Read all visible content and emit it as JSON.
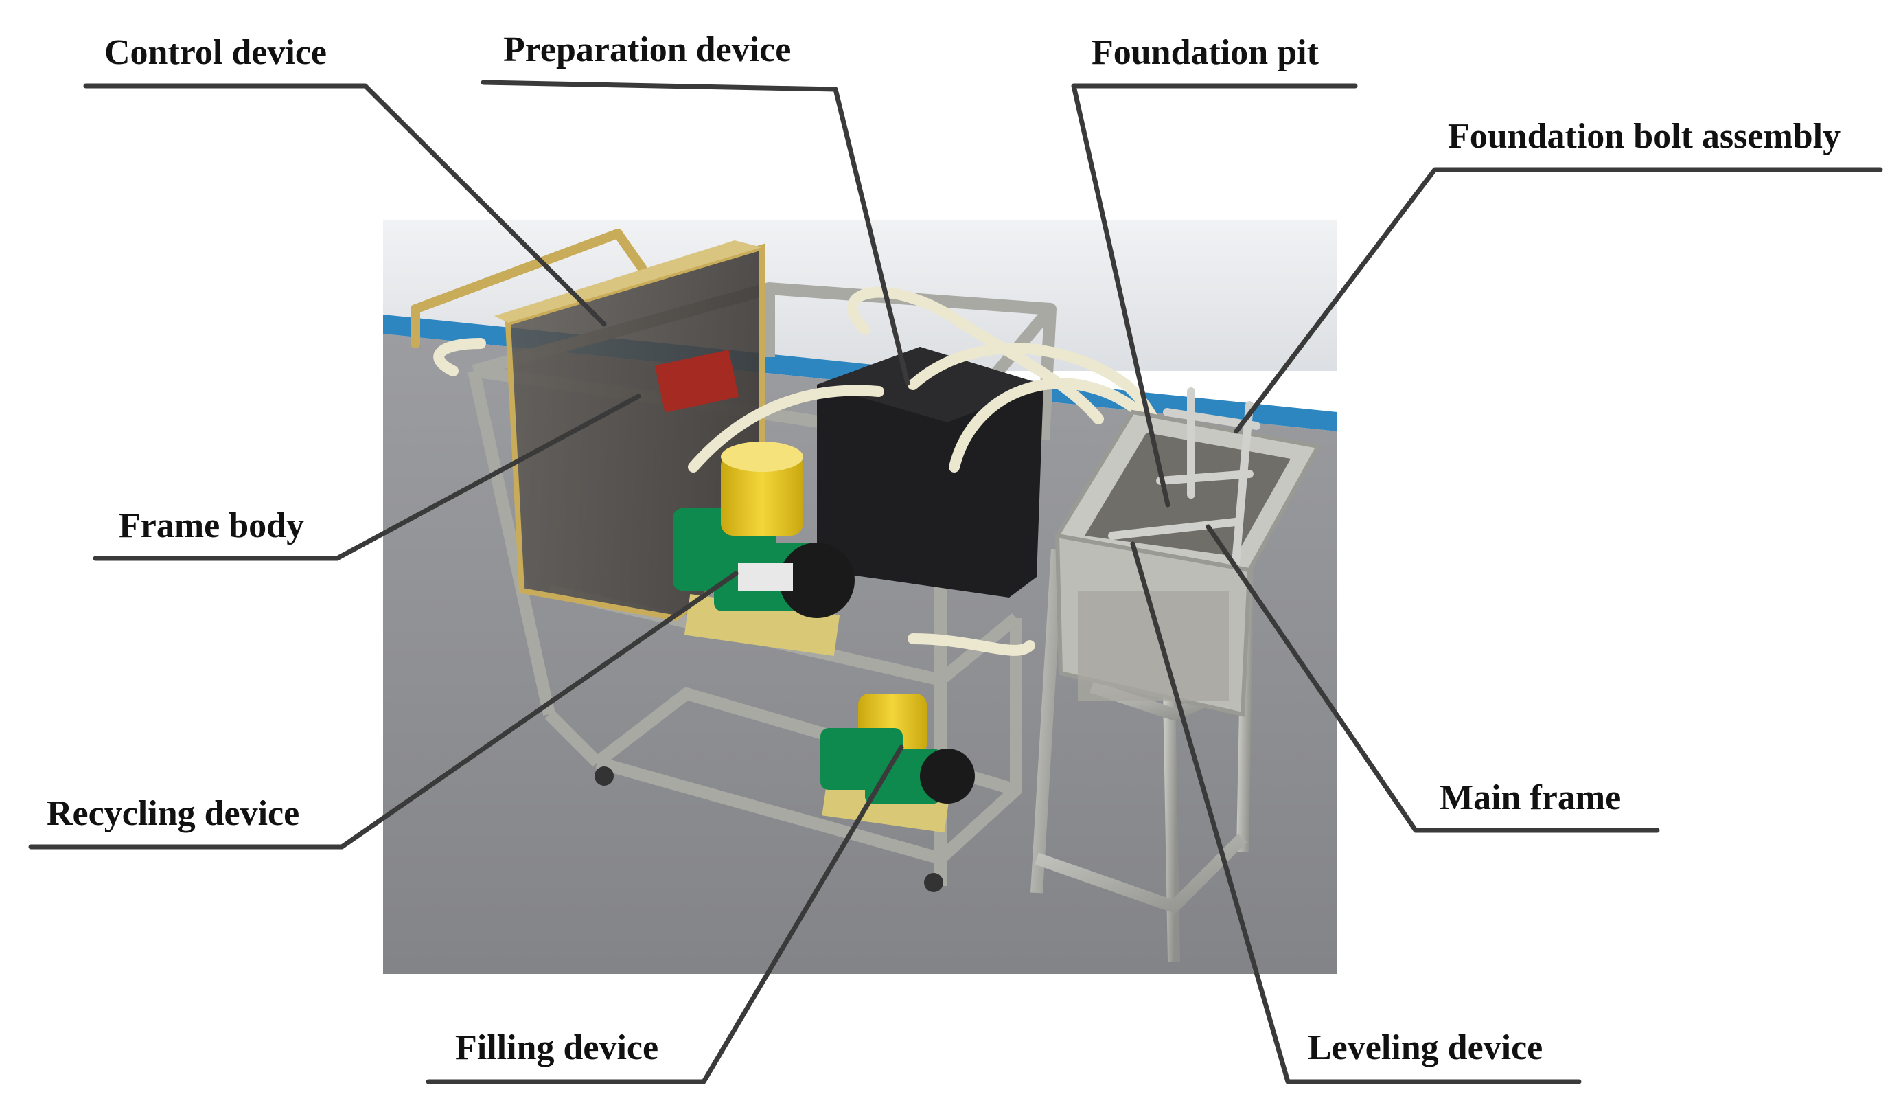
{
  "labels": {
    "control_device": "Control device",
    "preparation_device": "Preparation device",
    "foundation_pit": "Foundation pit",
    "foundation_bolt_assembly": "Foundation bolt assembly",
    "frame_body": "Frame body",
    "recycling_device": "Recycling device",
    "filling_device": "Filling device",
    "main_frame": "Main frame",
    "leveling_device": "Leveling device"
  },
  "colors": {
    "leader_line": "#3a3a3a",
    "label_text": "#111111",
    "floor": "#8e8f93",
    "wall": "#e9ebee",
    "wall_stripe": "#2e86c1",
    "pump_green": "#0f8a4e",
    "pump_yellow": "#e6c21a",
    "metal": "#b9b9b4",
    "hose": "#ece7cf",
    "tank_dark": "#1e1e20",
    "brass": "#c8ac5a"
  }
}
